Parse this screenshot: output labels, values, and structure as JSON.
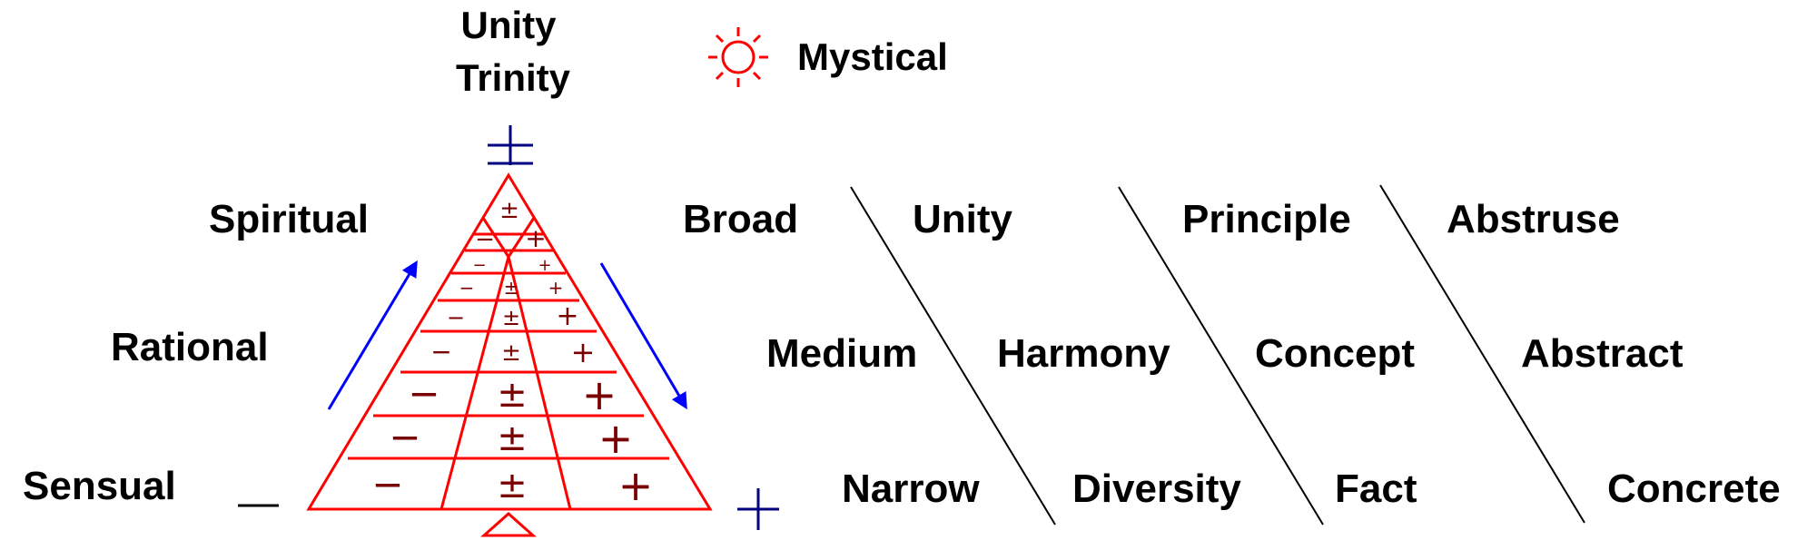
{
  "header": {
    "unity": "Unity",
    "trinity": "Trinity",
    "legend_label": "Mystical",
    "legend_icon": "sun-icon"
  },
  "levels": {
    "spiritual": "Spiritual",
    "rational": "Rational",
    "sensual": "Sensual"
  },
  "symbols": {
    "top": "±",
    "left": "—",
    "right": "+",
    "cell_minus": "−",
    "cell_mid": "±",
    "cell_plus": "+"
  },
  "columns": {
    "col1": [
      "Broad",
      "Medium",
      "Narrow"
    ],
    "col2": [
      "Unity",
      "Harmony",
      "Diversity"
    ],
    "col3": [
      "Principle",
      "Concept",
      "Fact"
    ],
    "col4": [
      "Abstruse",
      "Abstract",
      "Concrete"
    ]
  },
  "colors": {
    "pyramid": "#ff0000",
    "sign": "#7a0000",
    "arrow": "#0000ff",
    "dark_blue": "#000080",
    "text": "#000000"
  }
}
